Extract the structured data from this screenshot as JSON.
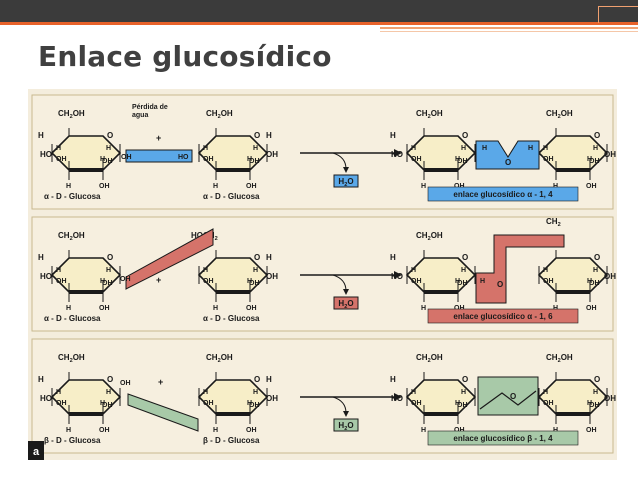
{
  "header": {
    "title": "Enlace glucosídico"
  },
  "figure": {
    "label_a": "a",
    "rows": [
      {
        "left_sugar": "α - D - Glucosa",
        "right_sugar": "α - D - Glucosa",
        "water": "H2O",
        "loss_label_1": "Pérdida de",
        "loss_label_2": "agua",
        "plus": "+",
        "bond": "enlace glucosídico α - 1, 4",
        "color": "#5aa8e8"
      },
      {
        "left_sugar": "α - D - Glucosa",
        "right_sugar": "α - D - Glucosa",
        "water": "H2O",
        "plus": "+",
        "bond": "enlace glucosídico α - 1, 6",
        "color": "#d5736a"
      },
      {
        "left_sugar": "β - D - Glucosa",
        "right_sugar": "β - D - Glucosa",
        "water": "H2O",
        "plus": "+",
        "bond": "enlace glucosídico β - 1, 4",
        "color": "#a8c9a8"
      }
    ],
    "atoms": {
      "ch2oh": "CH2OH",
      "h": "H",
      "oh": "OH",
      "ho": "HO",
      "o": "O",
      "hoch2": "HOCH2",
      "ch2": "CH2"
    }
  }
}
